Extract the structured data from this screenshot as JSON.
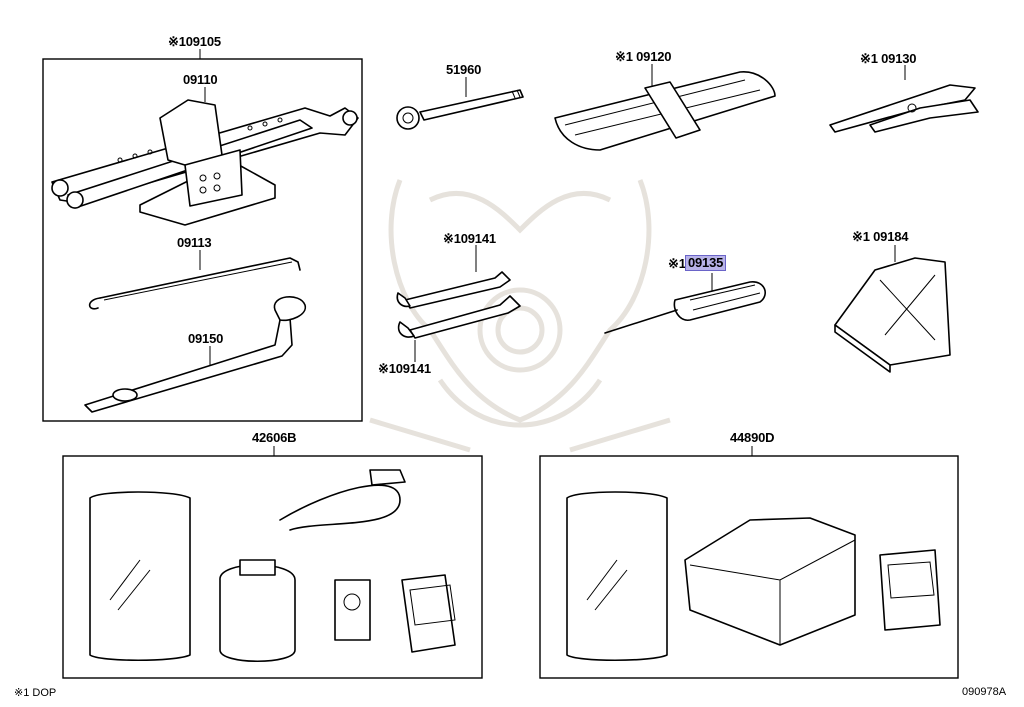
{
  "parts": {
    "p09105": "※109105",
    "p09110": "09110",
    "p09113": "09113",
    "p09150": "09150",
    "p51960": "51960",
    "p09120": "※1 09120",
    "p09130": "※1 09130",
    "p09141_top": "※109141",
    "p09141_bottom": "※109141",
    "p09135_prefix": "※1",
    "p09135": "09135",
    "p09184": "※1 09184",
    "p42606B": "42606B",
    "p44890D": "44890D"
  },
  "footer": {
    "note": "※1 DOP",
    "diagram_code": "090978A"
  },
  "colors": {
    "highlight_fill": "#b8b3e8",
    "highlight_border": "#6a64c8",
    "watermark": "#e6e2dc"
  },
  "highlighted_part": "09135"
}
